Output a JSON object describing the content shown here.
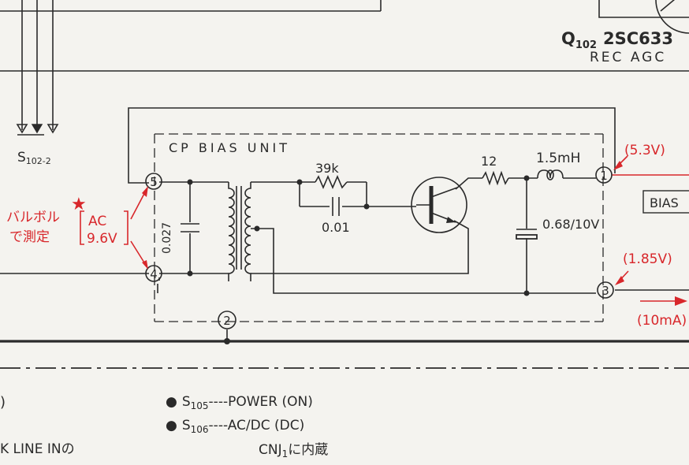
{
  "unit_label": "CP BIAS UNIT",
  "terminals": {
    "t1": "1",
    "t2": "2",
    "t3": "3",
    "t4": "4",
    "t5": "5"
  },
  "components": {
    "c_0027": "0.027",
    "r_39k": "39k",
    "c_001": "0.01",
    "r_12": "12",
    "l_15mh": "1.5mH",
    "c_068": "0.68/10V"
  },
  "switch_top": {
    "name": "S",
    "sub": "102-2"
  },
  "transistor_label": {
    "q": "Q",
    "q_sub": "102",
    "part": "2SC633",
    "func": "REC AGC"
  },
  "bias_box": "BIAS",
  "voltages": {
    "t1": "(5.3V)",
    "t3": "(1.85V)",
    "current": "(10mA)"
  },
  "measure_note": {
    "line1": "バルボル",
    "line2": "で測定",
    "ac": "AC",
    "val": "9.6V",
    "star": "★"
  },
  "switch_notes": [
    {
      "bullet": "●",
      "s": "S",
      "sub": "105",
      "dashes": "----",
      "text": "POWER (ON)"
    },
    {
      "bullet": "●",
      "s": "S",
      "sub": "106",
      "dashes": "----",
      "text": "AC/DC (DC)"
    }
  ],
  "cnj_note": {
    "pre": "CNJ",
    "sub": "1",
    "post": "に内蔵"
  },
  "left_text": {
    "paren": ")",
    "line": "K LINE INの"
  },
  "colors": {
    "ink": "#2a2a2a",
    "red": "#d8272b",
    "paper": "#f4f3ef"
  }
}
